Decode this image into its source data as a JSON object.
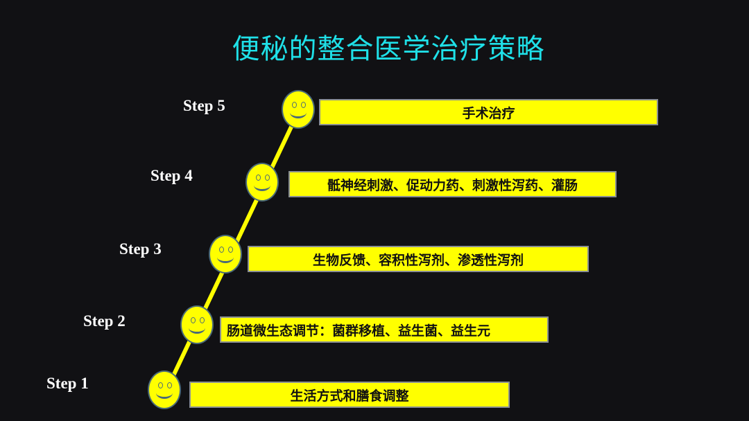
{
  "title": "便秘的整合医学治疗策略",
  "colors": {
    "background": "#111114",
    "title": "#1fe0e8",
    "box_fill": "#ffff00",
    "box_border": "#8a8f93",
    "smiley_fill": "#ffff00",
    "smiley_outline": "#4a6a78",
    "connector": "#ffff00",
    "step_label": "#ffffff"
  },
  "steps": [
    {
      "label": "Step 1",
      "text": "生活方式和膳食调整"
    },
    {
      "label": "Step 2",
      "text": "肠道微生态调节：菌群移植、益生菌、益生元"
    },
    {
      "label": "Step 3",
      "text": "生物反馈、容积性泻剂、渗透性泻剂"
    },
    {
      "label": "Step 4",
      "text": "骶神经刺激、促动力药、刺激性泻药、灌肠"
    },
    {
      "label": "Step 5",
      "text": "手术治疗"
    }
  ],
  "icons": {
    "step_marker": "smiley-face-icon"
  }
}
